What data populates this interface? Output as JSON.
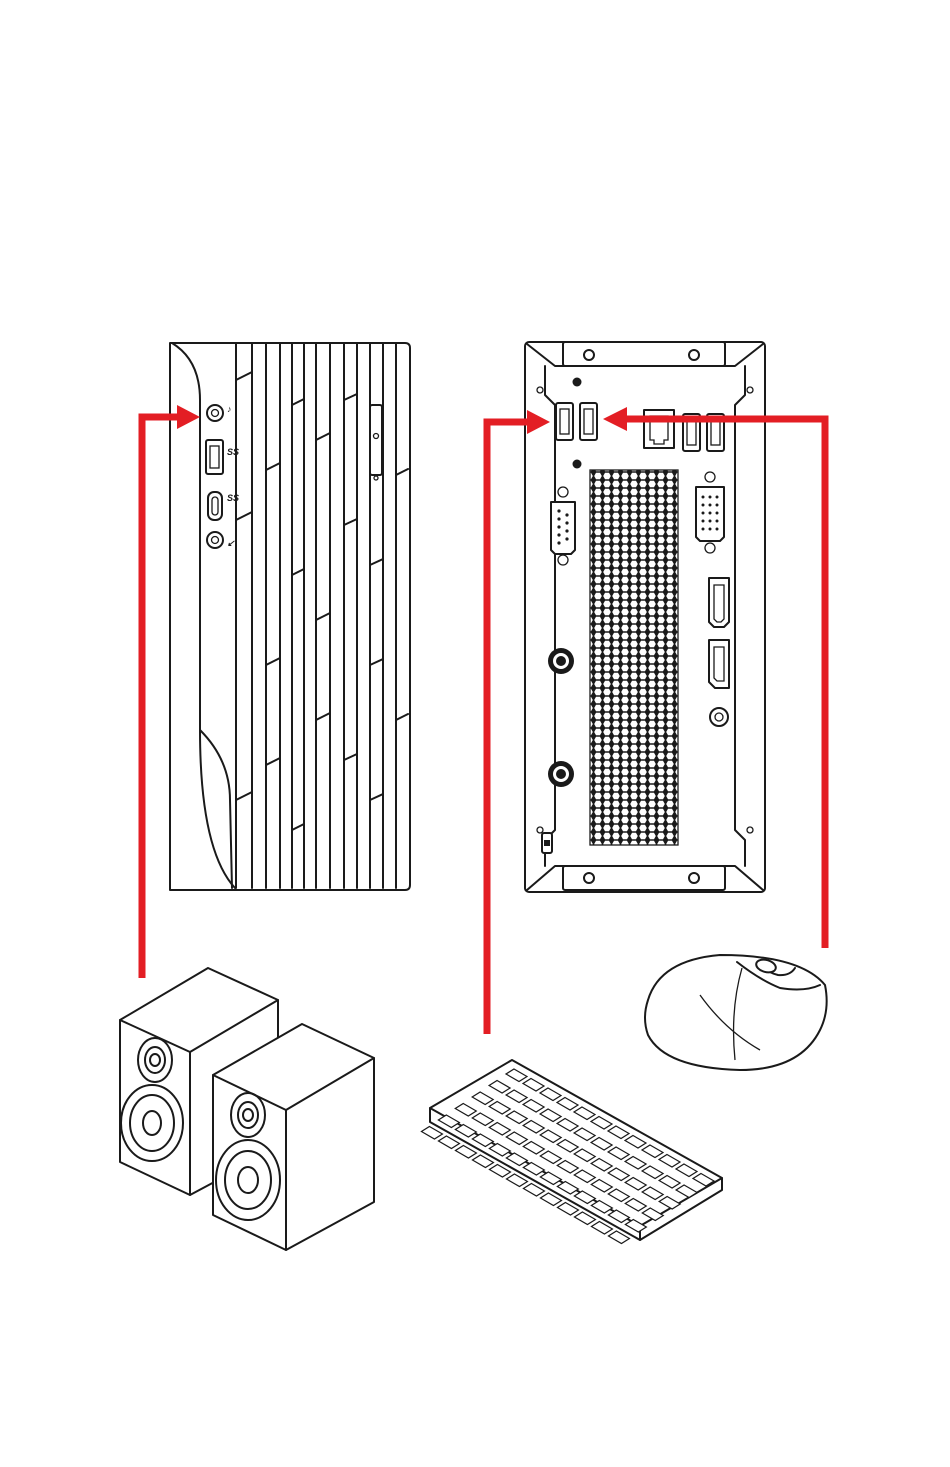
{
  "colors": {
    "background": "#ffffff",
    "line": "#1a1a1a",
    "connector": "#e31e24"
  },
  "front_panel": {
    "ports": [
      {
        "name": "headphone-jack",
        "icon": "headphone-icon"
      },
      {
        "name": "usb-a-port",
        "label": "SS"
      },
      {
        "name": "usb-c-port",
        "label": "SS"
      },
      {
        "name": "microphone-jack",
        "icon": "microphone-icon"
      }
    ]
  },
  "rear_panel": {
    "ports": [
      "usb-a",
      "usb-a",
      "lan",
      "usb-a",
      "usb-a",
      "serial",
      "vga",
      "hdmi",
      "displayport",
      "dc-in"
    ]
  },
  "peripherals": [
    "speakers",
    "keyboard",
    "mouse"
  ],
  "connections": [
    {
      "from": "speakers",
      "to": "front-headphone-jack"
    },
    {
      "from": "keyboard",
      "to": "rear-usb-port-1"
    },
    {
      "from": "mouse",
      "to": "rear-usb-port-2"
    }
  ]
}
